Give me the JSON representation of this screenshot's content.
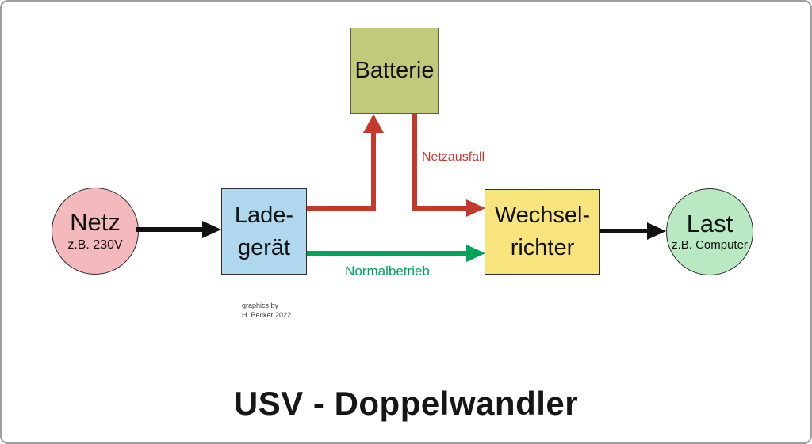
{
  "title": "USV - Doppelwandler",
  "nodes": {
    "netz": {
      "label": "Netz",
      "sublabel": "z.B. 230V"
    },
    "ladegeraet": {
      "line1": "Lade-",
      "line2": "gerät"
    },
    "batterie": {
      "label": "Batterie"
    },
    "wechselrichter": {
      "line1": "Wechsel-",
      "line2": "richter"
    },
    "last": {
      "label": "Last",
      "sublabel": "z.B. Computer"
    }
  },
  "edges": {
    "netzausfall": {
      "label": "Netzausfall"
    },
    "normalbetrieb": {
      "label": "Normalbetrieb"
    }
  },
  "credit": {
    "line1": "graphics by",
    "line2": "H. Becker 2022"
  },
  "colors": {
    "node-netz": "#f4b9bd",
    "node-ladegeraet": "#afd8ee",
    "node-batterie": "#c2c97b",
    "node-wechselrichter": "#f8e47d",
    "node-last": "#b8e9c2",
    "node-border": "#2e2e2e",
    "edge-black": "#111111",
    "edge-red": "#c5392c",
    "edge-green": "#00a35c"
  }
}
